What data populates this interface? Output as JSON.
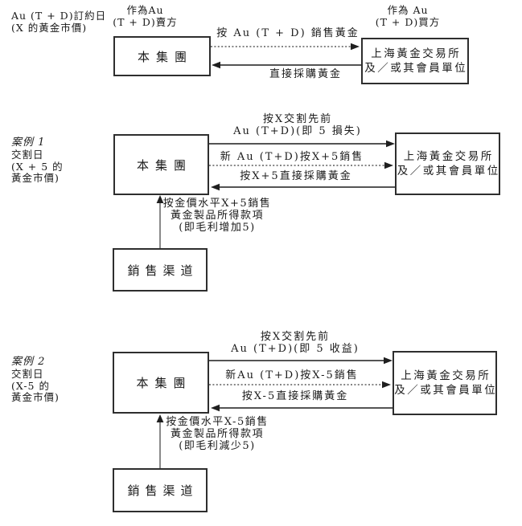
{
  "colors": {
    "background": "#ffffff",
    "line": "#3c3c3c",
    "text": "#1a1a1a"
  },
  "sections": [
    {
      "name": "contract-date",
      "side_label": "Au (T + D)訂約日\n(X 的黃金市價)",
      "group_role_label": "作為Au\n(T + D)賣方",
      "exchange_role_label": "作為 Au\n(T + D)買方",
      "group_box_label": "本集團",
      "exchange_box_label": "上海黃金交易所\n及／或其會員單位",
      "arrow_sell_label": "按 Au (T + D) 銷售黃金",
      "arrow_procure_label": "直接採購黃金"
    },
    {
      "name": "case-1",
      "case_title": "案例 1",
      "side_label": "交割日\n(X + 5 的\n黃金市價)",
      "group_box_label": "本集團",
      "exchange_box_label": "上海黃金交易所\n及／或其會員單位",
      "arrow1_label": "按X交割先前\nAu (T+D)(即 5 損失)",
      "arrow2_label": "新 Au (T+D)按X+5銷售",
      "arrow3_label": "按X+5直接採購黃金",
      "channel_arrow_label": "按金價水平X+5銷售\n黃金製品所得款項\n(即毛利增加5)",
      "channel_box_label": "銷售渠道"
    },
    {
      "name": "case-2",
      "case_title": "案例 2",
      "side_label": "交割日\n(X-5 的\n黃金市價)",
      "group_box_label": "本集團",
      "exchange_box_label": "上海黃金交易所\n及／或其會員單位",
      "arrow1_label": "按X交割先前\nAu (T+D)(即 5 收益)",
      "arrow2_label": "新Au (T+D)按X-5銷售",
      "arrow3_label": "按X-5直接採購黃金",
      "channel_arrow_label": "按金價水平X-5銷售\n黃金製品所得款項\n(即毛利減少5)",
      "channel_box_label": "銷售渠道"
    }
  ]
}
